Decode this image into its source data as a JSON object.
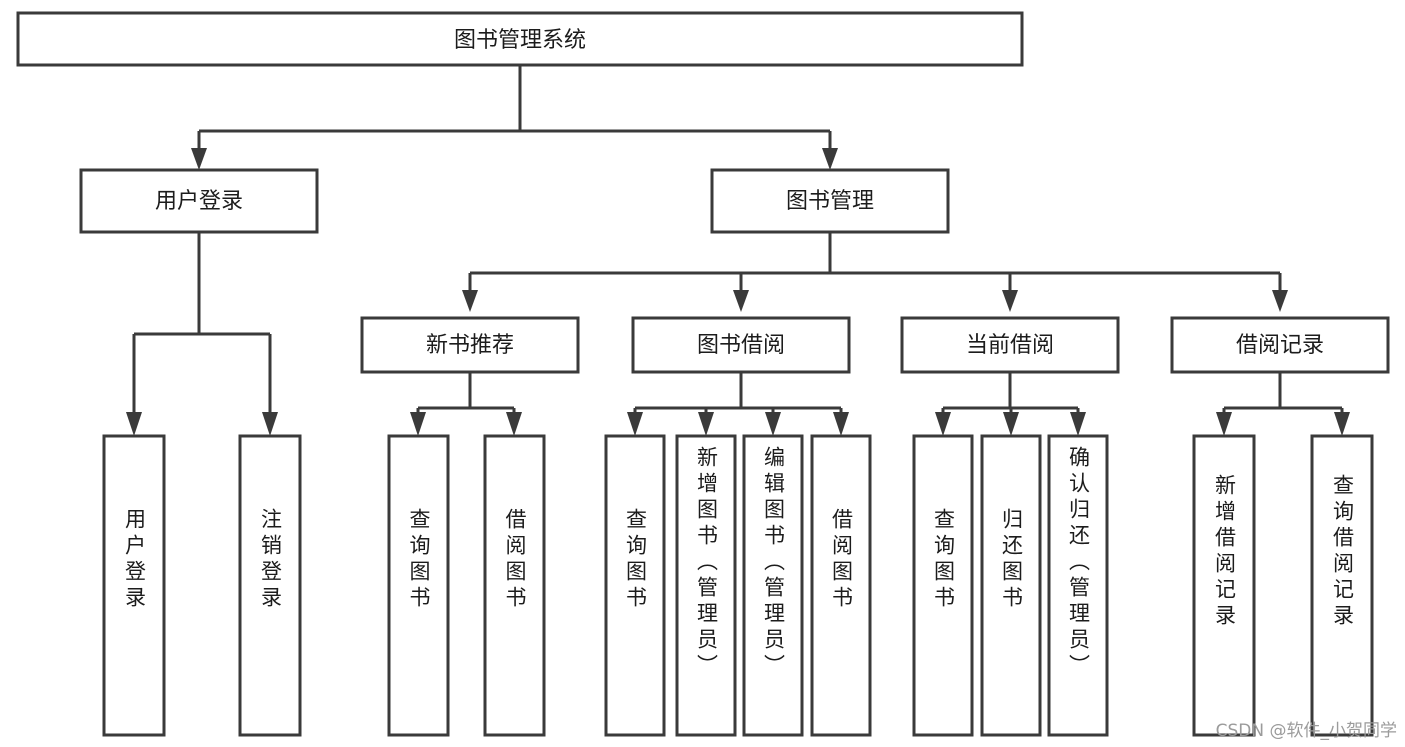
{
  "diagram": {
    "title": "图书管理系统",
    "type": "tree-hierarchy-diagram",
    "colors": {
      "box_stroke": "#3a3a3a",
      "box_fill": "#ffffff",
      "text": "#1c1c1c",
      "background": "#ffffff",
      "watermark": "#9b9b9b"
    },
    "root": {
      "label": "图书管理系统"
    },
    "level2": [
      {
        "label": "用户登录"
      },
      {
        "label": "图书管理"
      }
    ],
    "level3": [
      {
        "label": "新书推荐"
      },
      {
        "label": "图书借阅"
      },
      {
        "label": "当前借阅"
      },
      {
        "label": "借阅记录"
      }
    ],
    "leaves": {
      "user_login": [
        {
          "label": "用户登录"
        },
        {
          "label": "注销登录"
        }
      ],
      "new_book_recommend": [
        {
          "label": "查询图书"
        },
        {
          "label": "借阅图书"
        }
      ],
      "book_borrow": [
        {
          "label": "查询图书"
        },
        {
          "label": "新增图书（管理员）"
        },
        {
          "label": "编辑图书（管理员）"
        },
        {
          "label": "借阅图书"
        }
      ],
      "current_borrow": [
        {
          "label": "查询图书"
        },
        {
          "label": "归还图书"
        },
        {
          "label": "确认归还（管理员）"
        }
      ],
      "borrow_record": [
        {
          "label": "新增借阅记录"
        },
        {
          "label": "查询借阅记录"
        }
      ]
    },
    "watermark": "CSDN @软件_小贺同学"
  }
}
